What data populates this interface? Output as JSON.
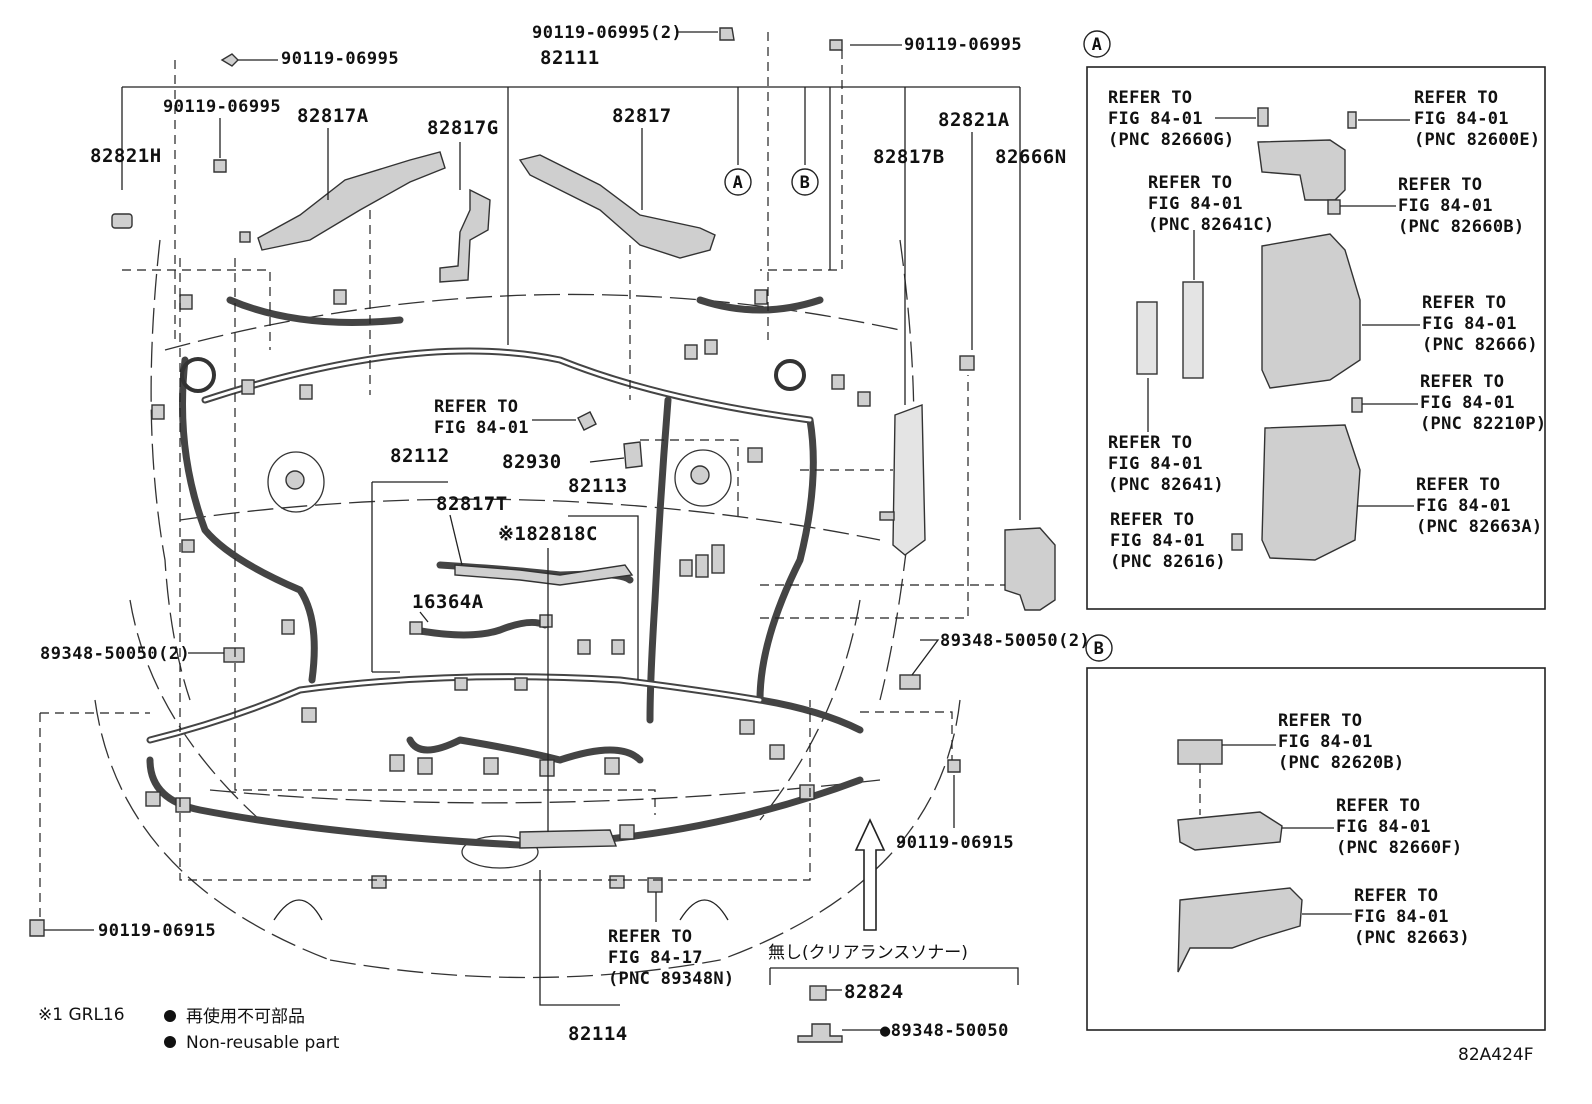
{
  "main": {
    "part_labels": {
      "p82111": "82111",
      "p82817A": "82817A",
      "p82817G": "82817G",
      "p82817": "82817",
      "p82821A": "82821A",
      "p82821H": "82821H",
      "p82817B": "82817B",
      "p82666N": "82666N",
      "p82112": "82112",
      "p82817T": "82817T",
      "p82113": "82113",
      "p82818C": "※182818C",
      "p16364A": "16364A",
      "p82930": "82930",
      "p82114": "82114",
      "p82824": "82824",
      "bolt_top_left": "90119-06995",
      "bolt_top_center": "90119-06995(2)",
      "bolt_top_right": "90119-06995",
      "bolt_left": "90119-06995",
      "bolt_bottom_left": "90119-06915",
      "bolt_bottom_right": "90119-06915",
      "clip_left": "89348-50050(2)",
      "clip_right": "89348-50050(2)",
      "clip_bottom": "●89348-50050"
    },
    "callout_markers": {
      "a": "A",
      "b": "B"
    },
    "refer_center": [
      "REFER TO",
      "FIG 84-01"
    ],
    "refer_bottom": [
      "REFER TO",
      "FIG 84-17",
      "(PNC 89348N)"
    ],
    "clearance_note": "無し(クリアランスソナー)",
    "footnote": "※1 GRL16",
    "legend": {
      "jp": "再使用不可部品",
      "en": "Non-reusable part"
    },
    "figure_code": "82A424F"
  },
  "panel_a": {
    "marker": "A",
    "refs": [
      [
        "REFER TO",
        "FIG 84-01",
        "(PNC 82660G)"
      ],
      [
        "REFER TO",
        "FIG 84-01",
        "(PNC 82600E)"
      ],
      [
        "REFER TO",
        "FIG 84-01",
        "(PNC 82641C)"
      ],
      [
        "REFER TO",
        "FIG 84-01",
        "(PNC 82660B)"
      ],
      [
        "REFER TO",
        "FIG 84-01",
        "(PNC 82666)"
      ],
      [
        "REFER TO",
        "FIG 84-01",
        "(PNC 82210P)"
      ],
      [
        "REFER TO",
        "FIG 84-01",
        "(PNC 82641)"
      ],
      [
        "REFER TO",
        "FIG 84-01",
        "(PNC 82663A)"
      ],
      [
        "REFER TO",
        "FIG 84-01",
        "(PNC 82616)"
      ]
    ]
  },
  "panel_b": {
    "marker": "B",
    "refs": [
      [
        "REFER TO",
        "FIG 84-01",
        "(PNC 82620B)"
      ],
      [
        "REFER TO",
        "FIG 84-01",
        "(PNC 82660F)"
      ],
      [
        "REFER TO",
        "FIG 84-01",
        "(PNC 82663)"
      ]
    ]
  }
}
